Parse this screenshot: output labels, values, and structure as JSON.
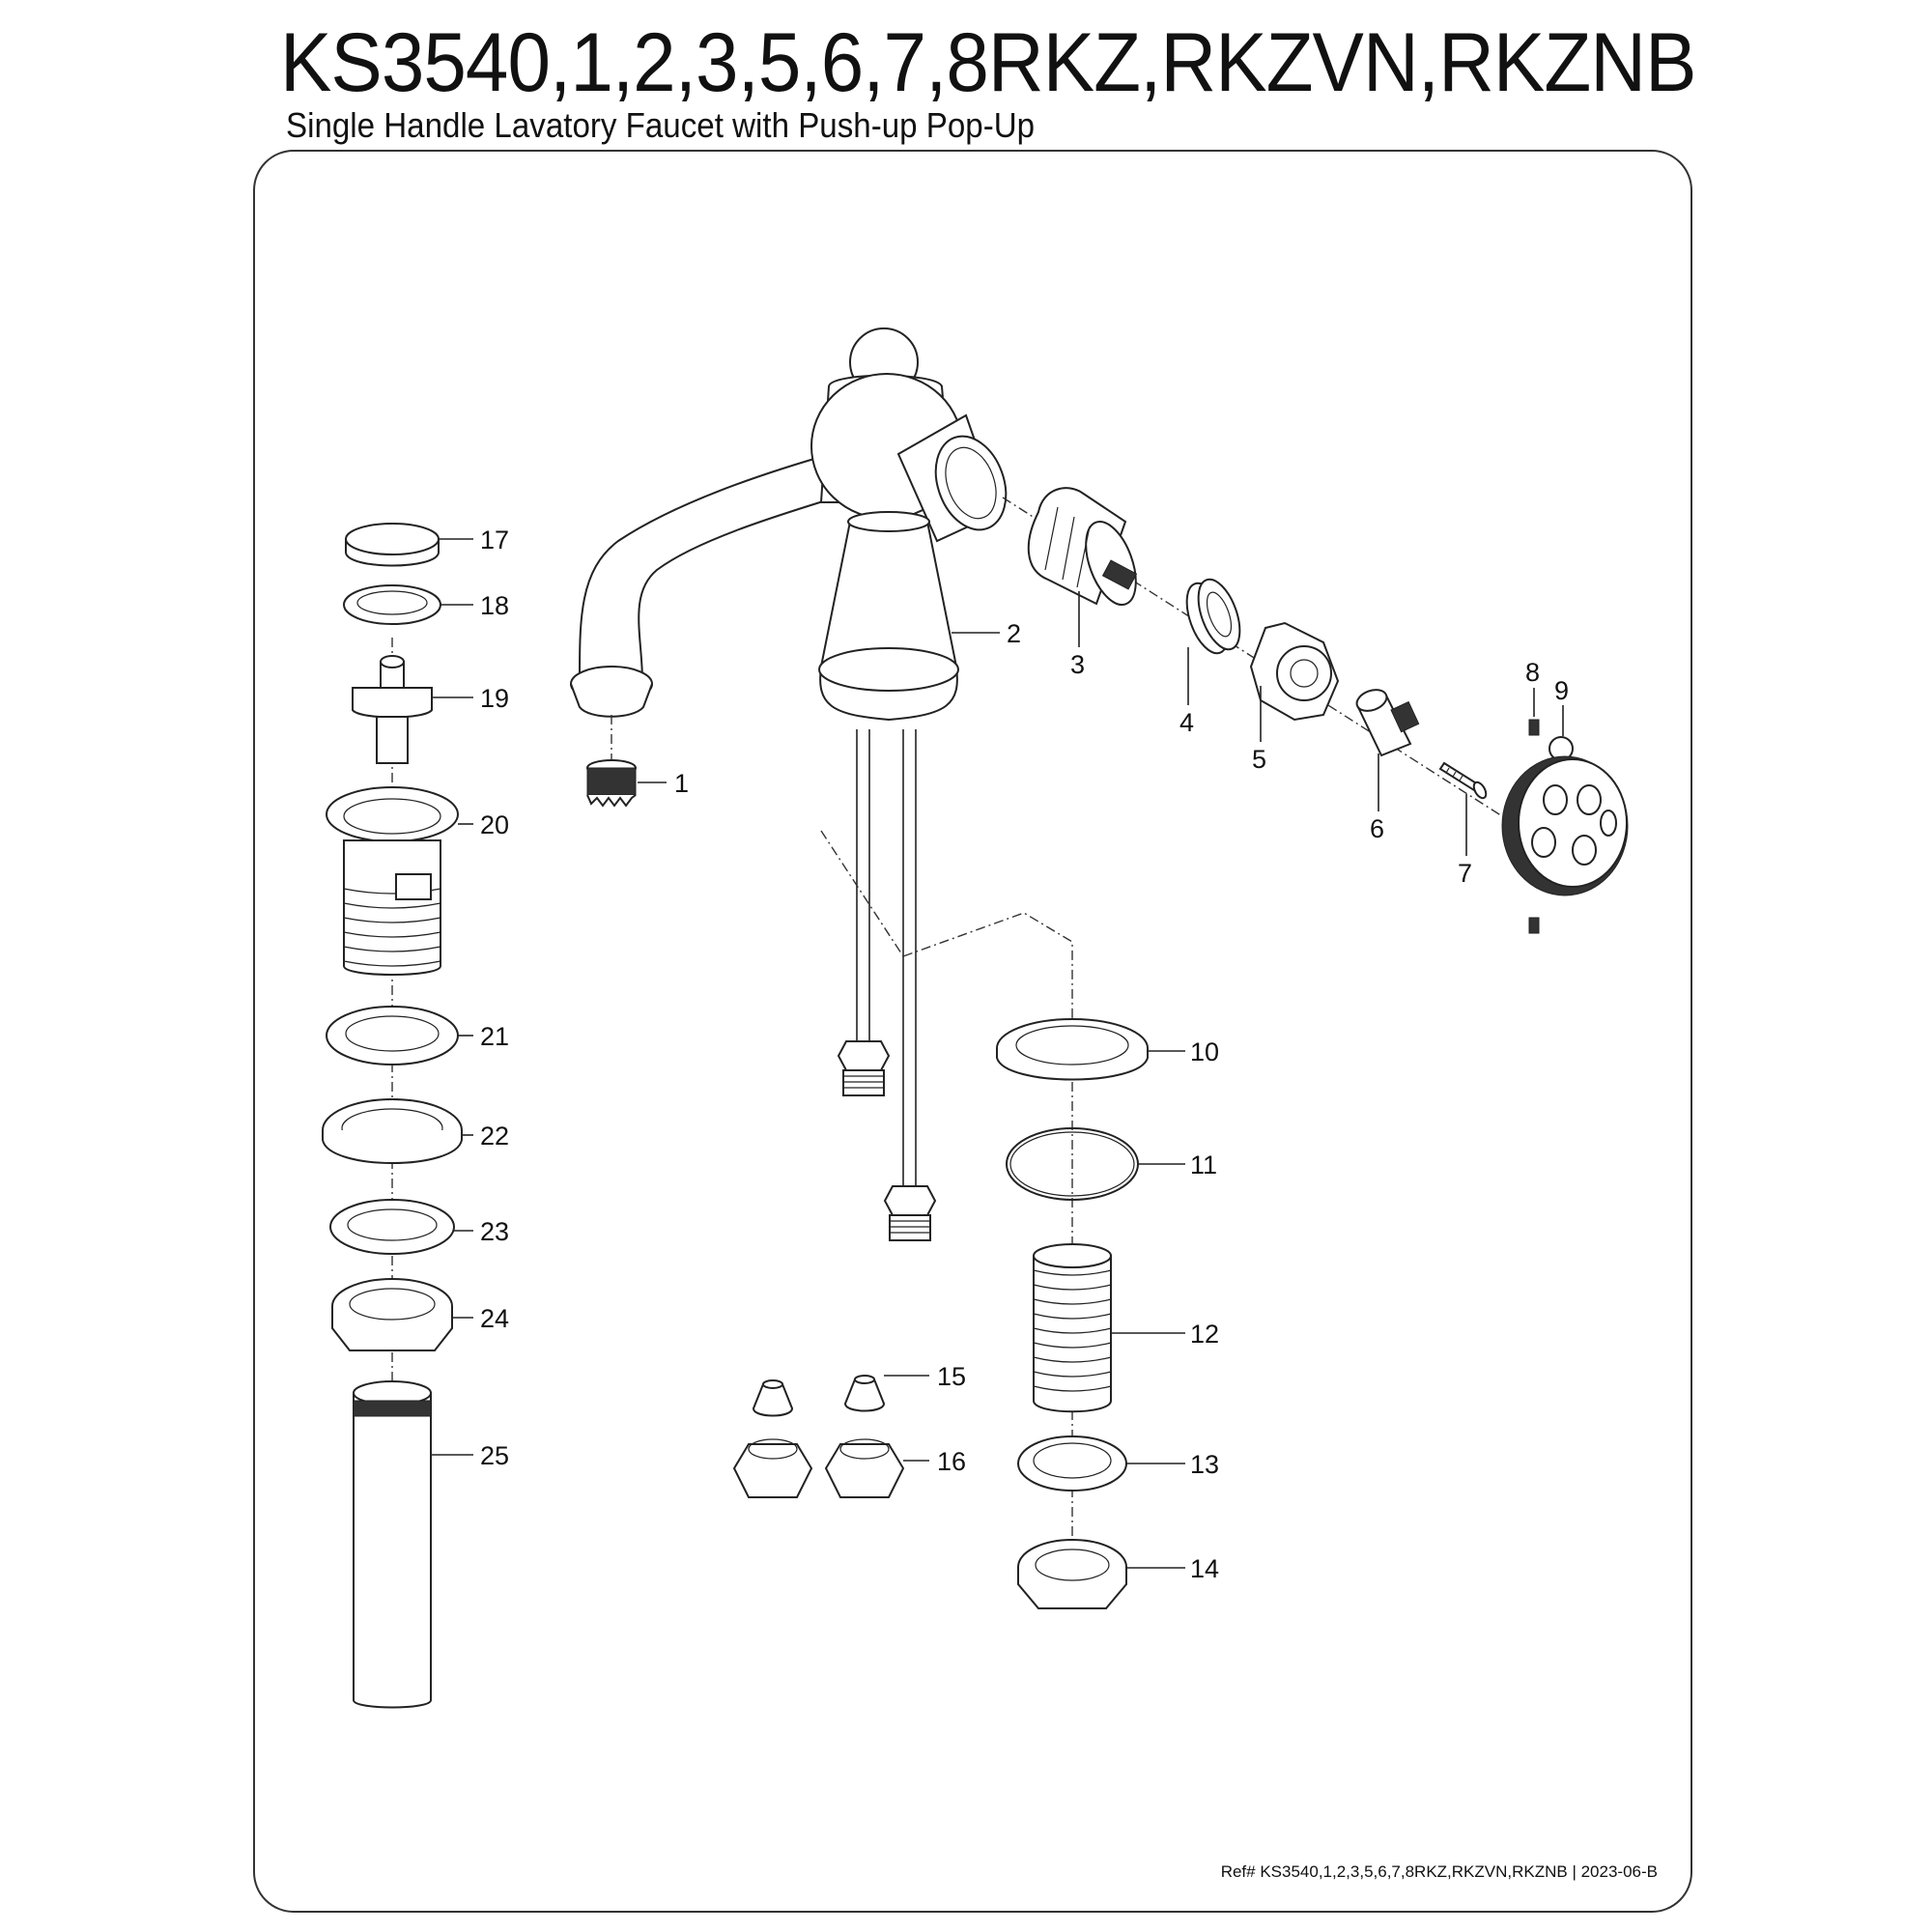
{
  "title": "KS3540,1,2,3,5,6,7,8RKZ,RKZVN,RKZNB",
  "subtitle": "Single Handle Lavatory Faucet with Push-up Pop-Up",
  "reference": "Ref# KS3540,1,2,3,5,6,7,8RKZ,RKZVN,RKZNB | 2023-06-B",
  "part_labels": {
    "p1": "1",
    "p2": "2",
    "p3": "3",
    "p4": "4",
    "p5": "5",
    "p6": "6",
    "p7": "7",
    "p8": "8",
    "p9": "9",
    "p10": "10",
    "p11": "11",
    "p12": "12",
    "p13": "13",
    "p14": "14",
    "p15": "15",
    "p16": "16",
    "p17": "17",
    "p18": "18",
    "p19": "19",
    "p20": "20",
    "p21": "21",
    "p22": "22",
    "p23": "23",
    "p24": "24",
    "p25": "25"
  }
}
